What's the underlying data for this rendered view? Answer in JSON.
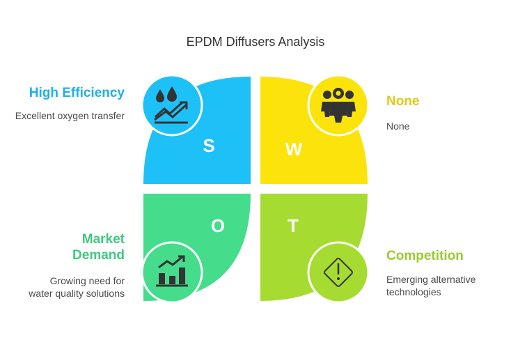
{
  "title": "EPDM Diffusers Analysis",
  "colors": {
    "strength": "#1EC1F7",
    "weakness": "#FCE30C",
    "opportunity": "#45DC8C",
    "threat": "#A6DC32",
    "icon_dark": "#333333"
  },
  "quadrants": {
    "strength": {
      "letter": "S",
      "heading": "High Efficiency",
      "description": "Excellent oxygen transfer",
      "icon": "water-drops-trending-up-icon"
    },
    "weakness": {
      "letter": "W",
      "heading": "None",
      "description": "None",
      "icon": "people-group-icon"
    },
    "opportunity": {
      "letter": "O",
      "heading": "Market Demand",
      "description": "Growing need for water quality solutions",
      "icon": "bar-chart-growth-icon"
    },
    "threat": {
      "letter": "T",
      "heading": "Competition",
      "description": "Emerging alternative technologies",
      "icon": "warning-diamond-icon"
    }
  }
}
